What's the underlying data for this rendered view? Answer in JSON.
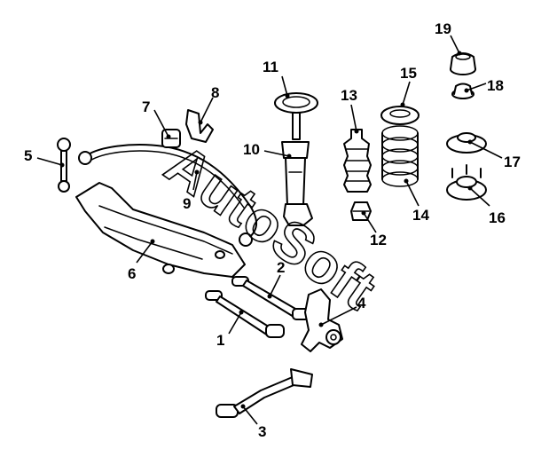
{
  "watermark": {
    "text": "AutoSoft"
  },
  "labels": {
    "l1": "1",
    "l2": "2",
    "l3": "3",
    "l4": "4",
    "l5": "5",
    "l6": "6",
    "l7": "7",
    "l8": "8",
    "l9": "9",
    "l10": "10",
    "l11": "11",
    "l12": "12",
    "l13": "13",
    "l14": "14",
    "l15": "15",
    "l16": "16",
    "l17": "17",
    "l18": "18",
    "l19": "19"
  }
}
